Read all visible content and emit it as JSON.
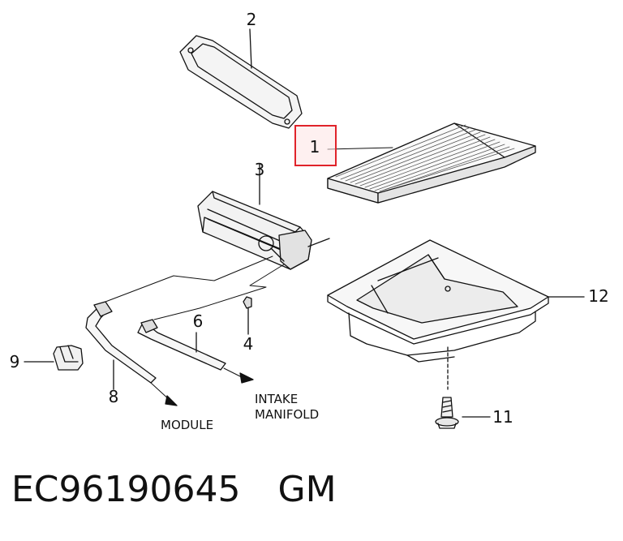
{
  "callouts": {
    "c1": "1",
    "c2": "2",
    "c3": "3",
    "c4": "4",
    "c6": "6",
    "c8": "8",
    "c9": "9",
    "c11": "11",
    "c12": "12"
  },
  "notes": {
    "module": "MODULE",
    "intake_line1": "INTAKE",
    "intake_line2": "MANIFOLD"
  },
  "footer": {
    "part_number": "EC96190645",
    "brand": "GM"
  },
  "colors": {
    "highlight": "#e0232a",
    "highlight_fill": "#fde3e3",
    "ink": "#111111"
  }
}
